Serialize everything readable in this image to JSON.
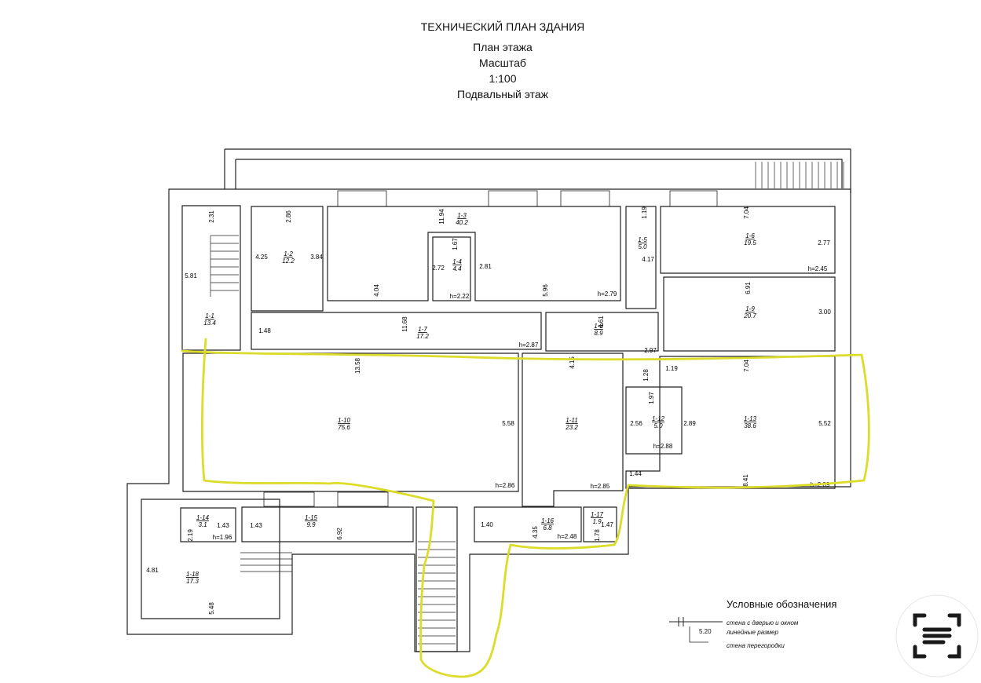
{
  "header": {
    "title": "ТЕХНИЧЕСКИЙ ПЛАН ЗДАНИЯ",
    "subtitle": "План этажа",
    "scale_label": "Масштаб",
    "scale_value": "1:100",
    "floor": "Подвальный этаж"
  },
  "rooms": [
    {
      "id": "1-1",
      "area": "13.4"
    },
    {
      "id": "1-2",
      "area": "12.2"
    },
    {
      "id": "1-3",
      "area": "40.2"
    },
    {
      "id": "1-4",
      "area": "4.4"
    },
    {
      "id": "1-5",
      "area": "5.0"
    },
    {
      "id": "1-6",
      "area": "19.5"
    },
    {
      "id": "1-7",
      "area": "17.2"
    },
    {
      "id": "1-8",
      "area": "8.9"
    },
    {
      "id": "1-9",
      "area": "20.7"
    },
    {
      "id": "1-10",
      "area": "75.6"
    },
    {
      "id": "1-11",
      "area": "23.2"
    },
    {
      "id": "1-12",
      "area": "5.0"
    },
    {
      "id": "1-13",
      "area": "38.6"
    },
    {
      "id": "1-14",
      "area": "3.1"
    },
    {
      "id": "1-15",
      "area": "9.9"
    },
    {
      "id": "1-16",
      "area": "6.8"
    },
    {
      "id": "1-17",
      "area": "1.9"
    },
    {
      "id": "1-18",
      "area": "17.3"
    }
  ],
  "dimensions": [
    "2.31",
    "5.81",
    "2.86",
    "4.25",
    "3.84",
    "11.94",
    "1.67",
    "2.72",
    "2.81",
    "4.04",
    "5.96",
    "1.19",
    "4.17",
    "7.04",
    "2.77",
    "6.91",
    "3.00",
    "1.48",
    "11.68",
    "4.61",
    "2.97",
    "13.58",
    "4.15",
    "1.28",
    "1.19",
    "7.04",
    "1.97",
    "5.58",
    "2.56",
    "2.89",
    "5.52",
    "1.44",
    "8.41",
    "1.43",
    "1.43",
    "2.19",
    "6.92",
    "1.40",
    "4.35",
    "1.47",
    "1.78",
    "4.81",
    "5.48"
  ],
  "heights": [
    "h=2.22",
    "h=2.79",
    "h=2.45",
    "h=2.87",
    "h=2.86",
    "h=2.85",
    "h=2.88",
    "h=2.89",
    "h=1.96",
    "h=2.48"
  ],
  "legend": {
    "title": "Условные обозначения",
    "sample_value": "5.20",
    "items": [
      "стена с дверью и окном",
      "линейные размер",
      "стена перегородки"
    ]
  },
  "colors": {
    "highlight": "#dcdc2a",
    "lines": "#222222"
  }
}
